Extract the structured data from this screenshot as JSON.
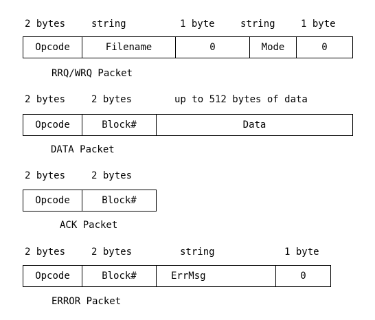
{
  "rrq_wrq": {
    "header": [
      "2 bytes",
      "string",
      "1 byte",
      "string",
      "1 byte"
    ],
    "fields": [
      "Opcode",
      "Filename",
      "0",
      "Mode",
      "0"
    ],
    "caption": "RRQ/WRQ Packet"
  },
  "data": {
    "header": [
      "2 bytes",
      "2 bytes",
      "up to 512 bytes of data"
    ],
    "fields": [
      "Opcode",
      "Block#",
      "Data"
    ],
    "caption": "DATA Packet"
  },
  "ack": {
    "header": [
      "2 bytes",
      "2 bytes"
    ],
    "fields": [
      "Opcode",
      "Block#"
    ],
    "caption": "ACK Packet"
  },
  "error": {
    "header": [
      "2 bytes",
      "2 bytes",
      "string",
      "1 byte"
    ],
    "fields": [
      "Opcode",
      "Block#",
      "ErrMsg",
      "0"
    ],
    "caption": "ERROR Packet"
  }
}
